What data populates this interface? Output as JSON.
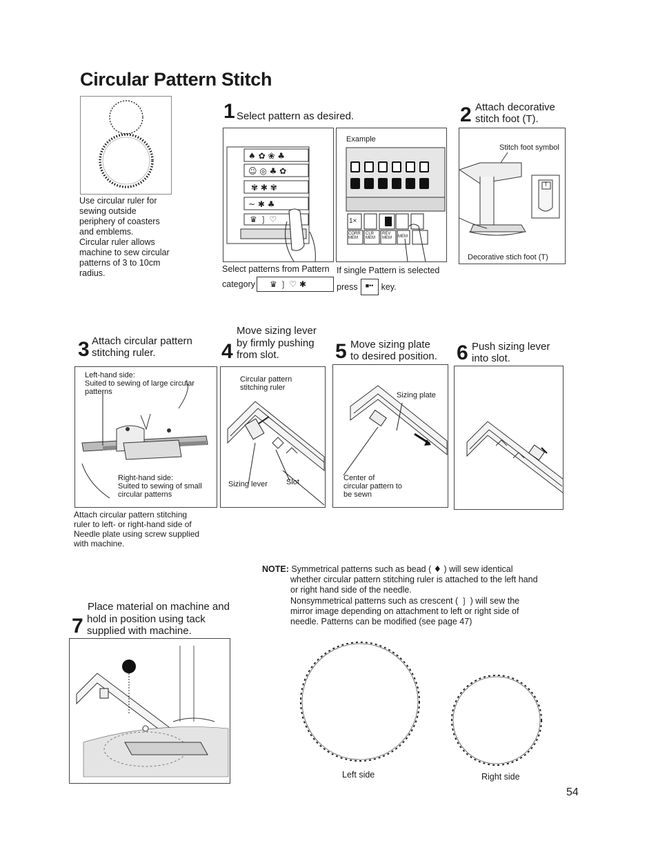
{
  "page": {
    "title": "Circular Pattern Stitch",
    "page_number": "54"
  },
  "intro": {
    "text_lines": [
      "Use circular ruler for",
      "sewing outside",
      "periphery of coasters",
      "and emblems.",
      "Circular ruler allows",
      "machine to sew circular",
      "patterns of 3 to 10cm",
      "radius."
    ]
  },
  "step1": {
    "number": "1",
    "heading": "Select pattern as desired.",
    "example_label": "Example",
    "caption_left_1": "Select patterns from Pattern",
    "caption_left_2": "category",
    "caption_right_1": "If single Pattern is selected",
    "caption_right_2": "press",
    "caption_right_3": "key.",
    "keys": {
      "corr_mem_1": "CORR",
      "corr_mem_2": "MEM",
      "clr_mem_1": "CLR",
      "clr_mem_2": "MEM",
      "rev_mem_1": "REV",
      "rev_mem_2": "MEM",
      "mem": "MEM",
      "one_x": "1×"
    }
  },
  "step2": {
    "number": "2",
    "heading_1": "Attach decorative",
    "heading_2": "stitch foot (T).",
    "label_symbol": "Stitch foot symbol",
    "label_foot": "Decorative stich foot (T)",
    "foot_letter": "T"
  },
  "step3": {
    "number": "3",
    "heading_1": "Attach circular pattern",
    "heading_2": "stitching ruler.",
    "left_side_1": "Left-hand side:",
    "left_side_2": "Suited to sewing of large circular",
    "left_side_3": "patterns",
    "right_side_1": "Right-hand side:",
    "right_side_2": "Suited to sewing of small",
    "right_side_3": "circular patterns",
    "caption_lines": [
      "Attach circular pattern stitching",
      "ruler to left- or right-hand side of",
      "Needle plate using screw supplied",
      "with machine."
    ]
  },
  "step4": {
    "number": "4",
    "heading_1": "Move sizing lever",
    "heading_2": "by firmly pushing",
    "heading_3": "from slot.",
    "label_ruler_1": "Circular pattern",
    "label_ruler_2": "stitching ruler",
    "label_lever": "Sizing lever",
    "label_slot": "Slot"
  },
  "step5": {
    "number": "5",
    "heading_1": "Move sizing plate",
    "heading_2": "to desired position.",
    "label_plate": "Sizing plate",
    "label_center_1": "Center of",
    "label_center_2": "circular pattern to",
    "label_center_3": "be sewn"
  },
  "step6": {
    "number": "6",
    "heading_1": "Push sizing lever",
    "heading_2": "into slot."
  },
  "step7": {
    "number": "7",
    "heading_1": "Place material on machine and",
    "heading_2": "hold in position using tack",
    "heading_3": "supplied with machine."
  },
  "note": {
    "label": "NOTE:",
    "line1": "Symmetrical patterns such as bead (",
    "line1b": ") will sew identical",
    "line2": "whether circular pattern stitching ruler is attached to the left hand",
    "line3": "or right hand side of the needle.",
    "line4": "Nonsymmetrical patterns such as crescent (",
    "line4b": ") will sew the",
    "line5": "mirror image depending on attachment to left or right side of",
    "line6": "needle. Patterns can be modified (see page 47)"
  },
  "result": {
    "left_label": "Left side",
    "right_label": "Right side"
  }
}
